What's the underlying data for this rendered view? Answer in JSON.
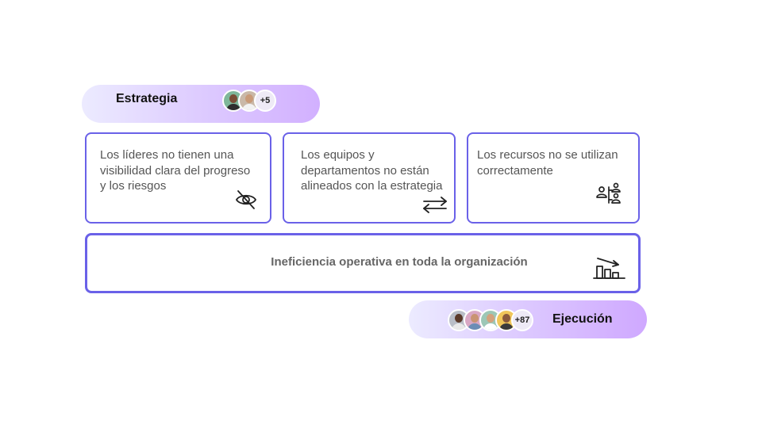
{
  "top_pill": {
    "label": "Estrategia",
    "more_count": "+5"
  },
  "cards": [
    {
      "text": "Los líderes no tienen una visibilidad clara del progreso y los riesgos",
      "icon": "eye-off-icon"
    },
    {
      "text": "Los equipos y departamentos no están alineados con la estrategia",
      "icon": "swap-arrows-icon"
    },
    {
      "text": "Los recursos no se utilizan correctamente",
      "icon": "people-hierarchy-icon"
    }
  ],
  "wide_card": {
    "text": "Ineficiencia operativa en toda la organización",
    "icon": "declining-bars-icon"
  },
  "bottom_pill": {
    "label": "Ejecución",
    "more_count": "+87"
  },
  "colors": {
    "card_border": "#6a61e8",
    "pill_gradient_start": "#ecebff",
    "pill_gradient_end": "#d2b0ff"
  }
}
